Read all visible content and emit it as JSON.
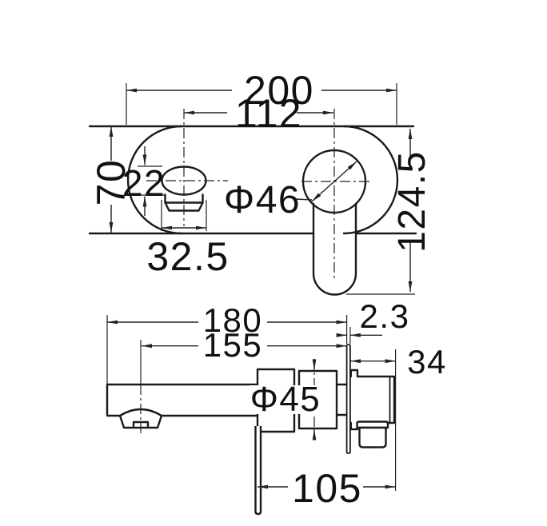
{
  "drawing": {
    "title": "Wall-mounted basin mixer faucet dimension drawing",
    "top_view": {
      "plate_width": "200",
      "spout_to_handle_centers": "112",
      "plate_height": "70",
      "spout_knob_height": "22",
      "spout_knob_width": "32.5",
      "handle_diameter": "Φ46",
      "overall_height": "124.5"
    },
    "side_view": {
      "spout_reach": "180",
      "outlet_center_reach": "155",
      "faceplate_thickness": "2.3",
      "body_depth": "34",
      "body_diameter": "Φ45",
      "lever_to_wall": "105"
    }
  },
  "colors": {
    "line": "#1a1a1a",
    "background": "#ffffff"
  }
}
